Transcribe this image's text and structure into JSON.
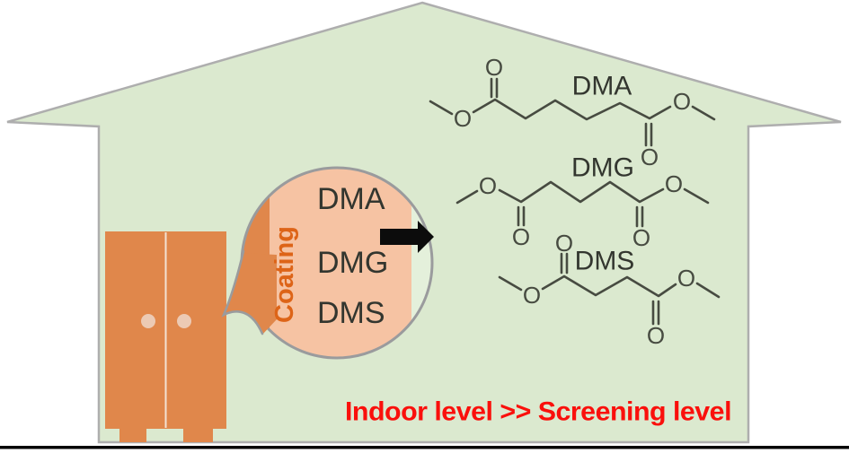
{
  "colors": {
    "house-green": "#dbe9cf",
    "house-border": "#aeaeae",
    "circle-border": "#9a9b9d",
    "furniture-orange": "#e0874b",
    "coating-salmon": "#f6c3a3",
    "circle-air-green": "#e4f0db",
    "coating-orange": "#dd6418",
    "bond-gray": "#474b41",
    "label-dark": "#33362f",
    "knob-pink": "#eccab4",
    "divider-light": "#f3e2d3",
    "arrow-black": "#0c0c0c",
    "banner-red": "#fa100c",
    "bottom-rule": "#000000"
  },
  "callout": {
    "coating_label": "Coating",
    "compounds": [
      "DMA",
      "DMG",
      "DMS"
    ]
  },
  "molecules": [
    {
      "id": "DMA"
    },
    {
      "id": "DMG"
    },
    {
      "id": "DMS"
    }
  ],
  "atom": {
    "oxygen": "O"
  },
  "banner": {
    "text": "Indoor level >> Screening level"
  }
}
